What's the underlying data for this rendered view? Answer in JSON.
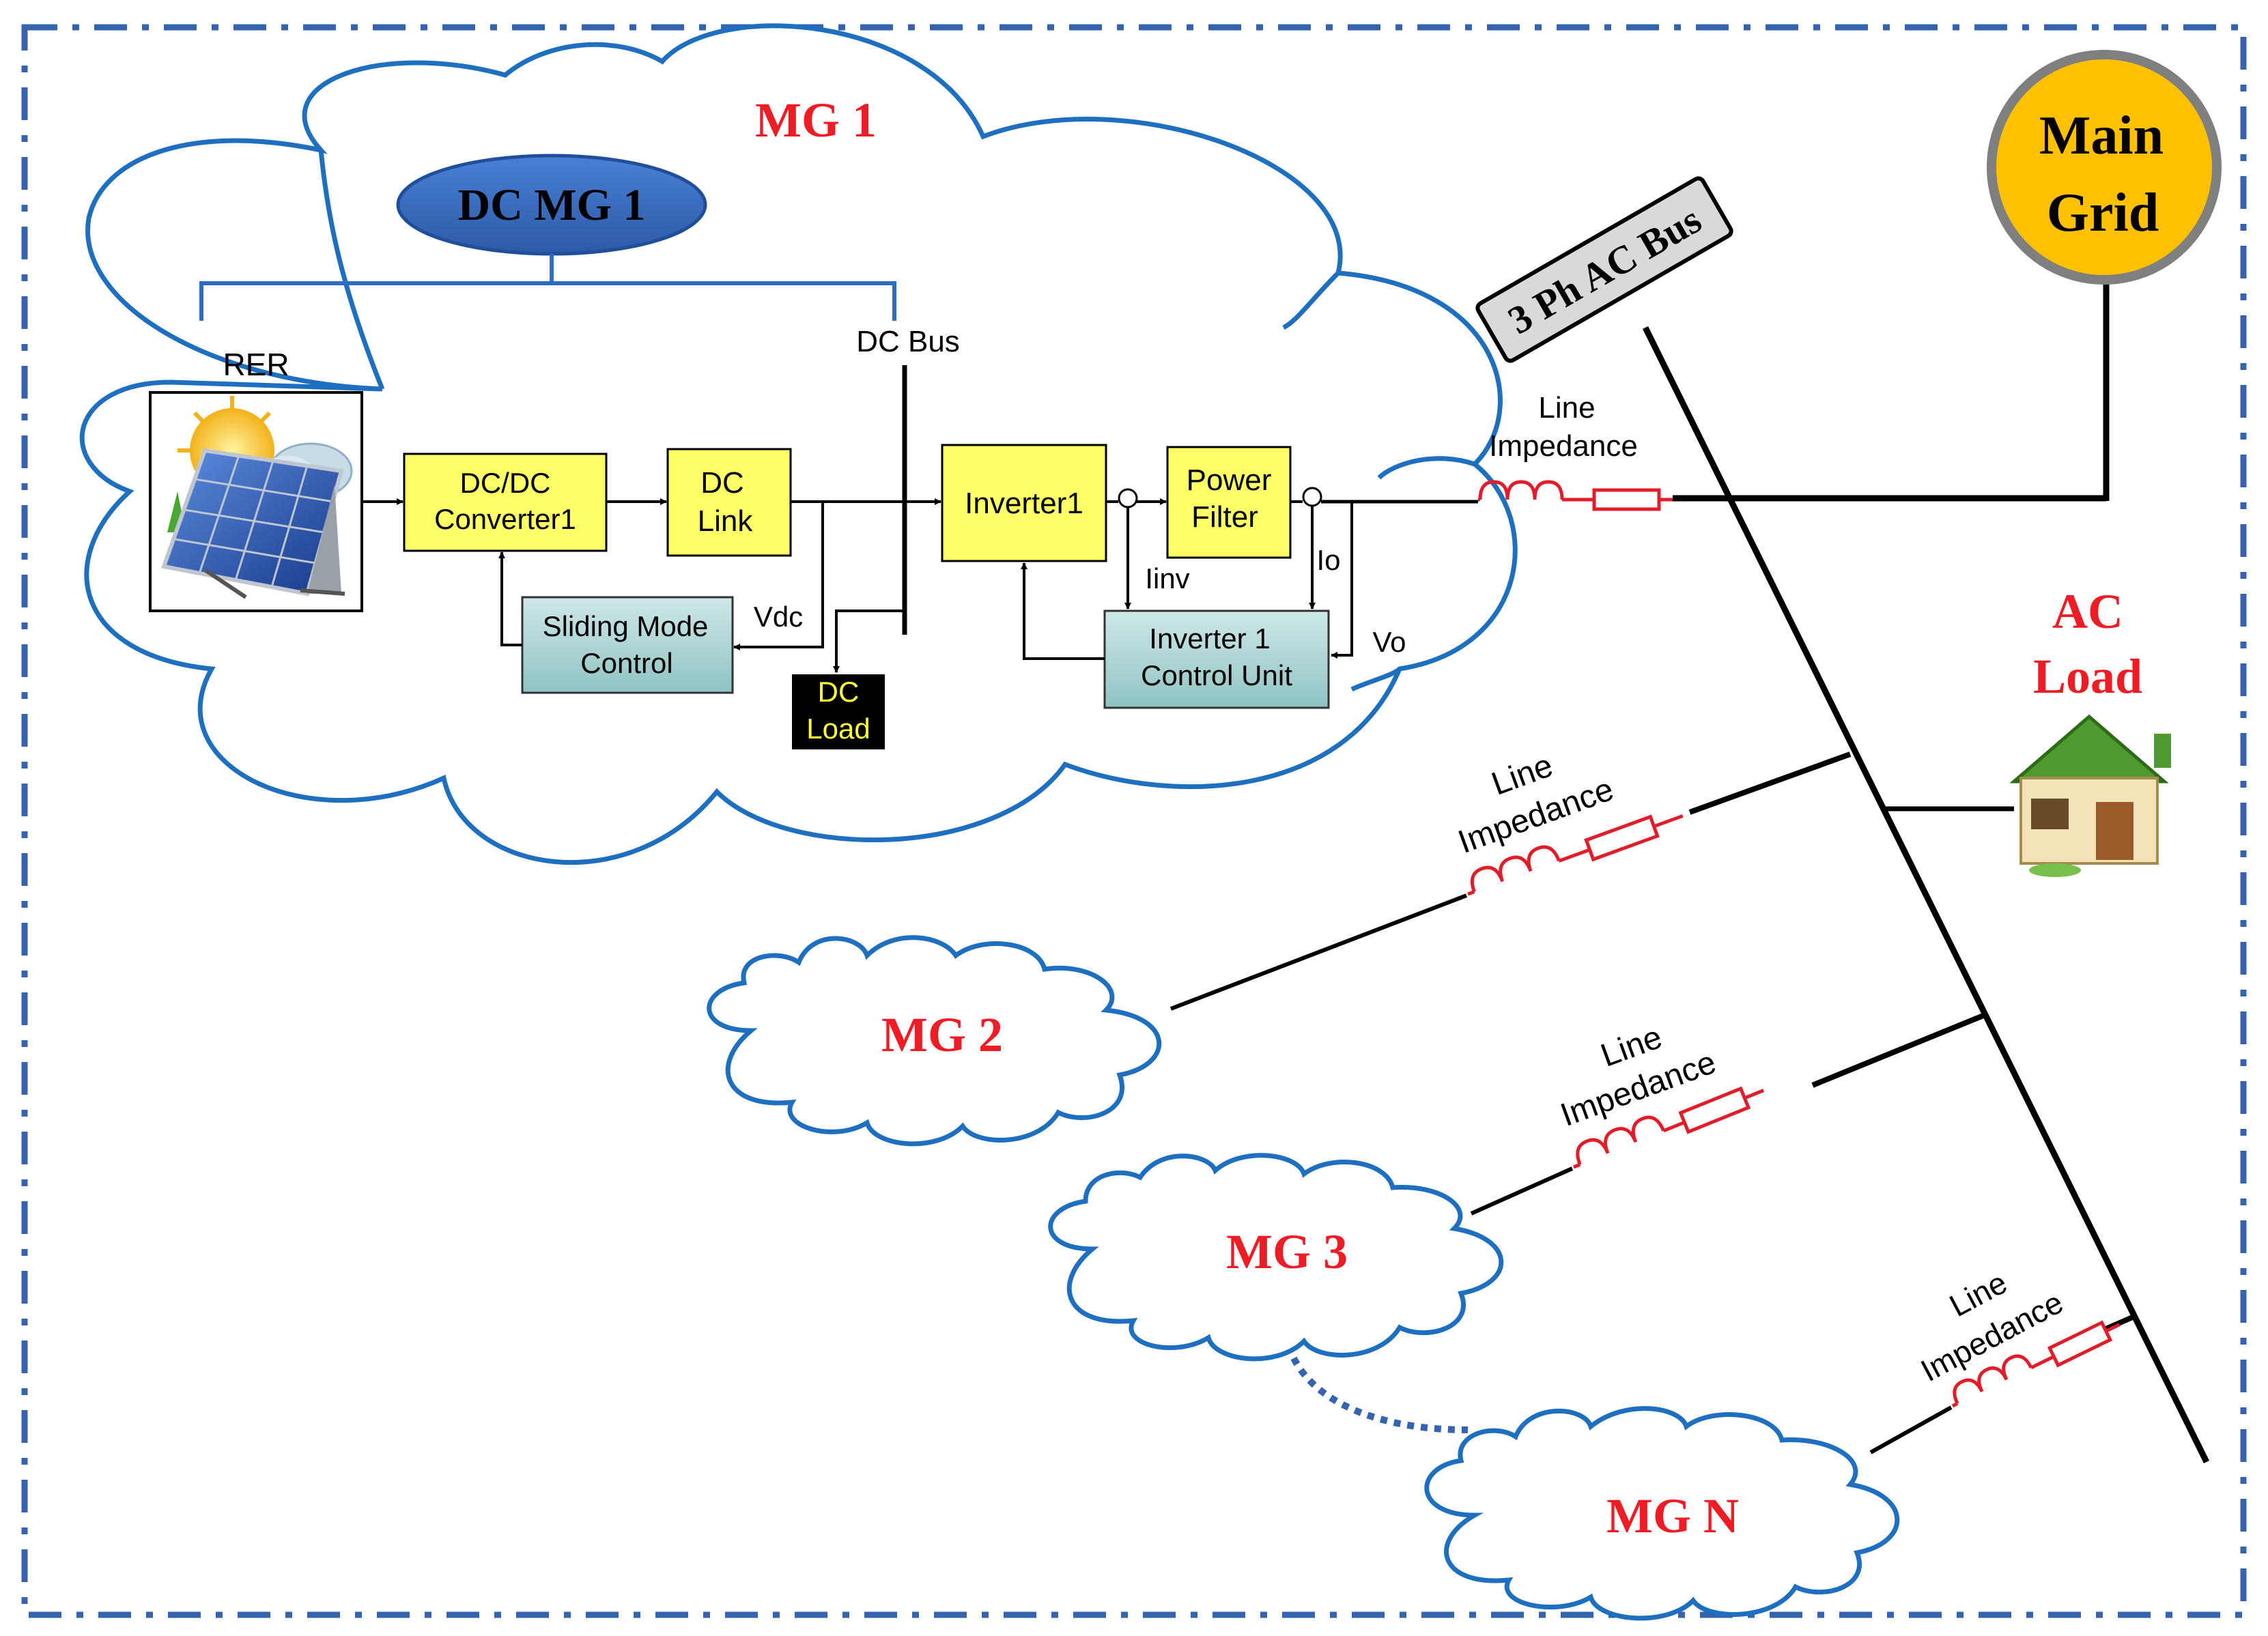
{
  "colors": {
    "cloud_stroke": "#1f6fc0",
    "frame": "#3563b0",
    "block_fill": "#ffff66",
    "control_fill": "#a9d4d4",
    "mg_label": "#ee1c24",
    "ellipse_fill": "#3a6fc4",
    "grid_fill": "#ffc000",
    "impedance": "#e11d2a"
  },
  "mg1": {
    "title": "MG 1",
    "dc_mg_label": "DC MG 1",
    "rer_label": "RER",
    "dc_bus_label": "DC Bus",
    "dcdc_line1": "DC/DC",
    "dcdc_line2": "Converter1",
    "dclink_line1": "DC",
    "dclink_line2": "Link",
    "smc_line1": "Sliding Mode",
    "smc_line2": "Control",
    "vdc_label": "Vdc",
    "dcload_line1": "DC",
    "dcload_line2": "Load",
    "inverter_label": "Inverter1",
    "filter_line1": "Power",
    "filter_line2": "Filter",
    "iinv_label": "Iinv",
    "io_label": "Io",
    "vo_label": "Vo",
    "icu_line1": "Inverter 1",
    "icu_line2": "Control Unit"
  },
  "ac_bus_label": "3 Ph AC Bus",
  "main_grid_line1": "Main",
  "main_grid_line2": "Grid",
  "ac_load_line1": "AC",
  "ac_load_line2": "Load",
  "impedance_line1": "Line",
  "impedance_line2": "Impedance",
  "microgrids": [
    {
      "label": "MG 2"
    },
    {
      "label": "MG 3"
    },
    {
      "label": "MG N"
    }
  ],
  "icons": [
    "solar-panel-icon",
    "house-icon",
    "inductor-icon",
    "resistor-icon"
  ]
}
